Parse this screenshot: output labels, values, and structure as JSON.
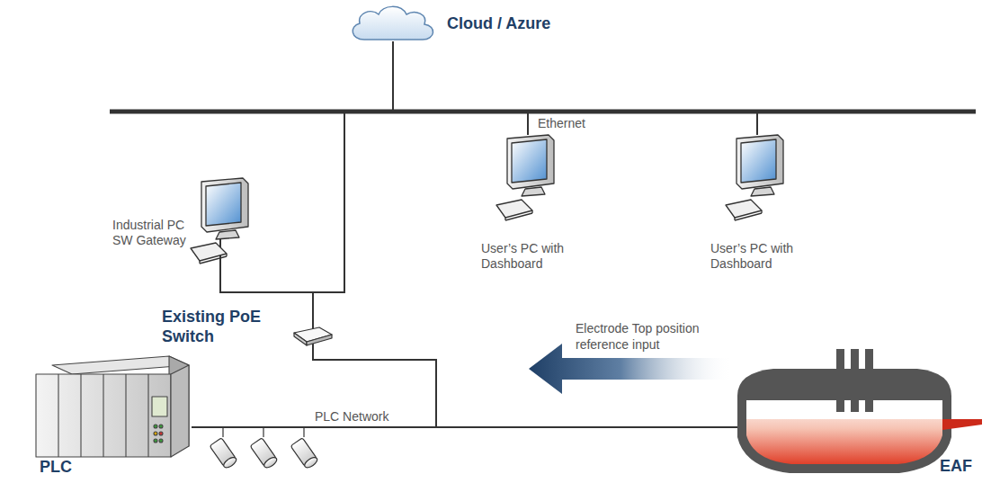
{
  "diagram": {
    "nodes": [
      {
        "text": [
          "Cloud / Azure"
        ]
      },
      {
        "text": [
          "Industrial PC SW Gateway"
        ]
      },
      {
        "text": [
          "Existing PoE Switch"
        ]
      },
      {
        "text": [
          "User’s PC with Dashboard"
        ]
      },
      {
        "text": [
          "User’s PC with Dashboard"
        ]
      },
      {
        "text": [
          "PLC"
        ]
      },
      {
        "text": [
          "EAF"
        ]
      }
    ],
    "edges": [
      {
        "from": 0,
        "to": 3,
        "arrow": "none"
      },
      {
        "from": 0,
        "to": 4,
        "arrow": "none"
      },
      {
        "from": 0,
        "to": 2,
        "arrow": "none"
      },
      {
        "from": 1,
        "to": 2,
        "arrow": "none"
      },
      {
        "from": 2,
        "to": 5,
        "arrow": "none"
      },
      {
        "from": 2,
        "to": 6,
        "arrow": "none"
      }
    ],
    "labels": [
      "Ethernet",
      "Electrode Top position reference input",
      "PLC Network"
    ]
  }
}
